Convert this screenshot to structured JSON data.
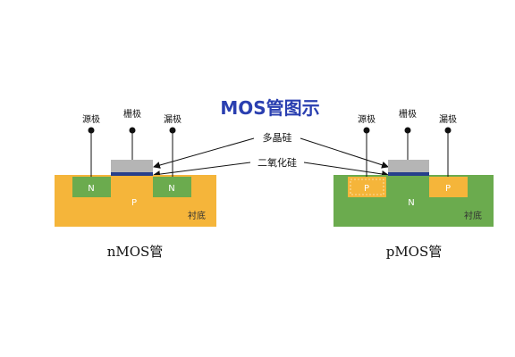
{
  "title": "MOS管图示",
  "callouts": {
    "poly": "多晶硅",
    "oxide": "二氧化硅"
  },
  "nmos": {
    "source": "源极",
    "gate": "栅极",
    "drain": "漏极",
    "left_region": "N",
    "body_region": "P",
    "right_region": "N",
    "substrate": "衬底",
    "caption": "nMOS管"
  },
  "pmos": {
    "source": "源极",
    "gate": "栅极",
    "drain": "漏极",
    "left_region": "P",
    "body_region": "N",
    "right_region": "P",
    "substrate": "衬底",
    "caption": "pMOS管"
  },
  "colors": {
    "orange": "#f5b53a",
    "green": "#6bab4e",
    "gate_gray": "#b5b5b5",
    "oxide_blue": "#27408b",
    "title_blue": "#2a3fb0"
  }
}
